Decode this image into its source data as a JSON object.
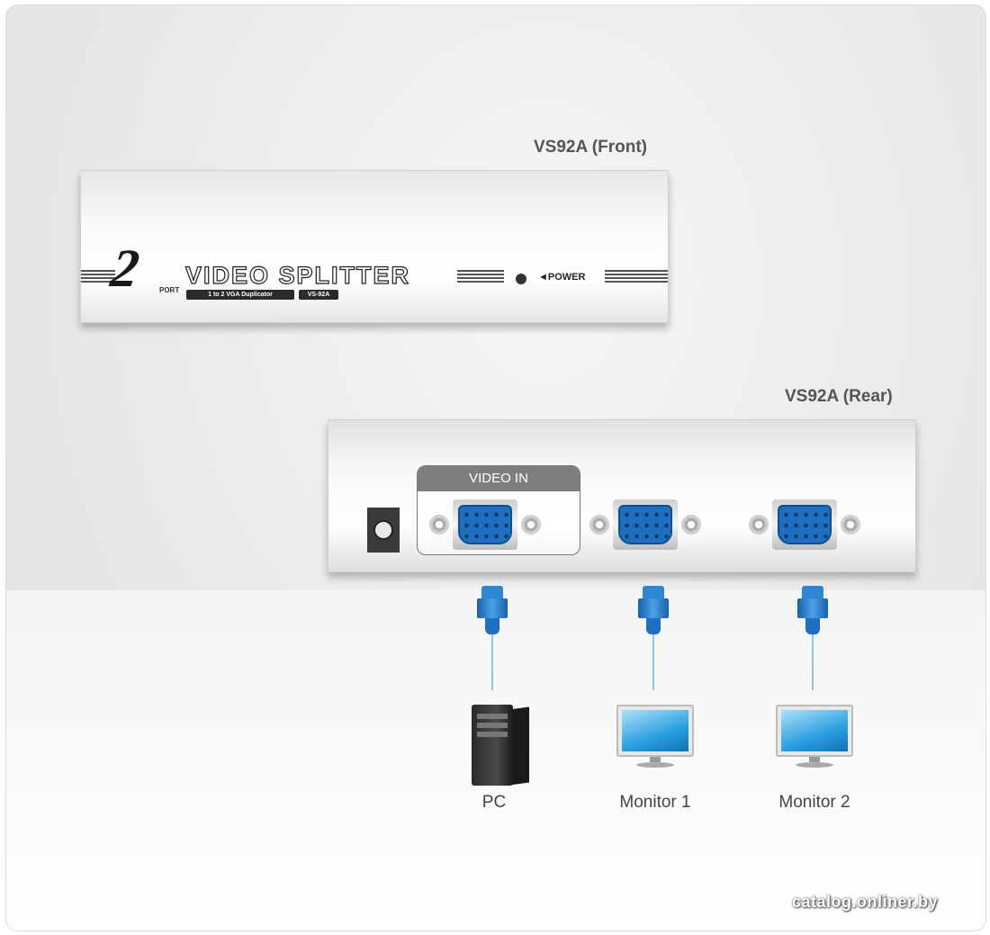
{
  "front": {
    "title": "VS92A (Front)",
    "number": "2",
    "port_word": "PORT",
    "product_text": "VIDEO SPLITTER",
    "subtitle": "1 to 2 VGA Duplicator",
    "model_badge": "VS-92A",
    "power_label": "◄POWER"
  },
  "rear": {
    "title": "VS92A (Rear)",
    "video_in_label": "VIDEO IN"
  },
  "devices": [
    {
      "label": "PC",
      "icon": "pc-tower-icon"
    },
    {
      "label": "Monitor 1",
      "icon": "monitor-icon"
    },
    {
      "label": "Monitor 2",
      "icon": "monitor-icon"
    }
  ],
  "colors": {
    "vga_blue": "#1f6fc0",
    "cable": "#8fc4e4"
  },
  "watermark": "catalog.onliner.by"
}
